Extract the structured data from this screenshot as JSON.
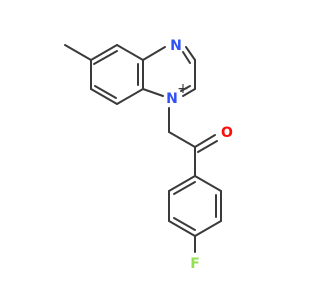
{
  "molecule": {
    "atom_labels": {
      "n4": "N",
      "n1": "N",
      "n1_charge": "+",
      "o": "O",
      "f": "F"
    },
    "colors": {
      "bond": "#3a3a3a",
      "nitrogen": "#3050F8",
      "oxygen": "#FF0D0D",
      "fluorine": "#90E050",
      "charge": "#3a3a3a"
    }
  }
}
